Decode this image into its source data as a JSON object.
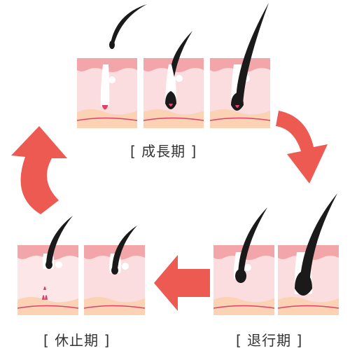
{
  "labels": {
    "growth": "[ 成長期 ]",
    "regression": "[ 退行期 ]",
    "rest": "[ 休止期 ]"
  },
  "colors": {
    "skin_top": "#f3a6aa",
    "skin_mid": "#fbdcdf",
    "skin_light": "#fce6e8",
    "fat_layer": "#fbd2b3",
    "capillary": "#e0406a",
    "hair": "#1a1a1a",
    "arrow": "#ec5a52",
    "text": "#333333"
  }
}
